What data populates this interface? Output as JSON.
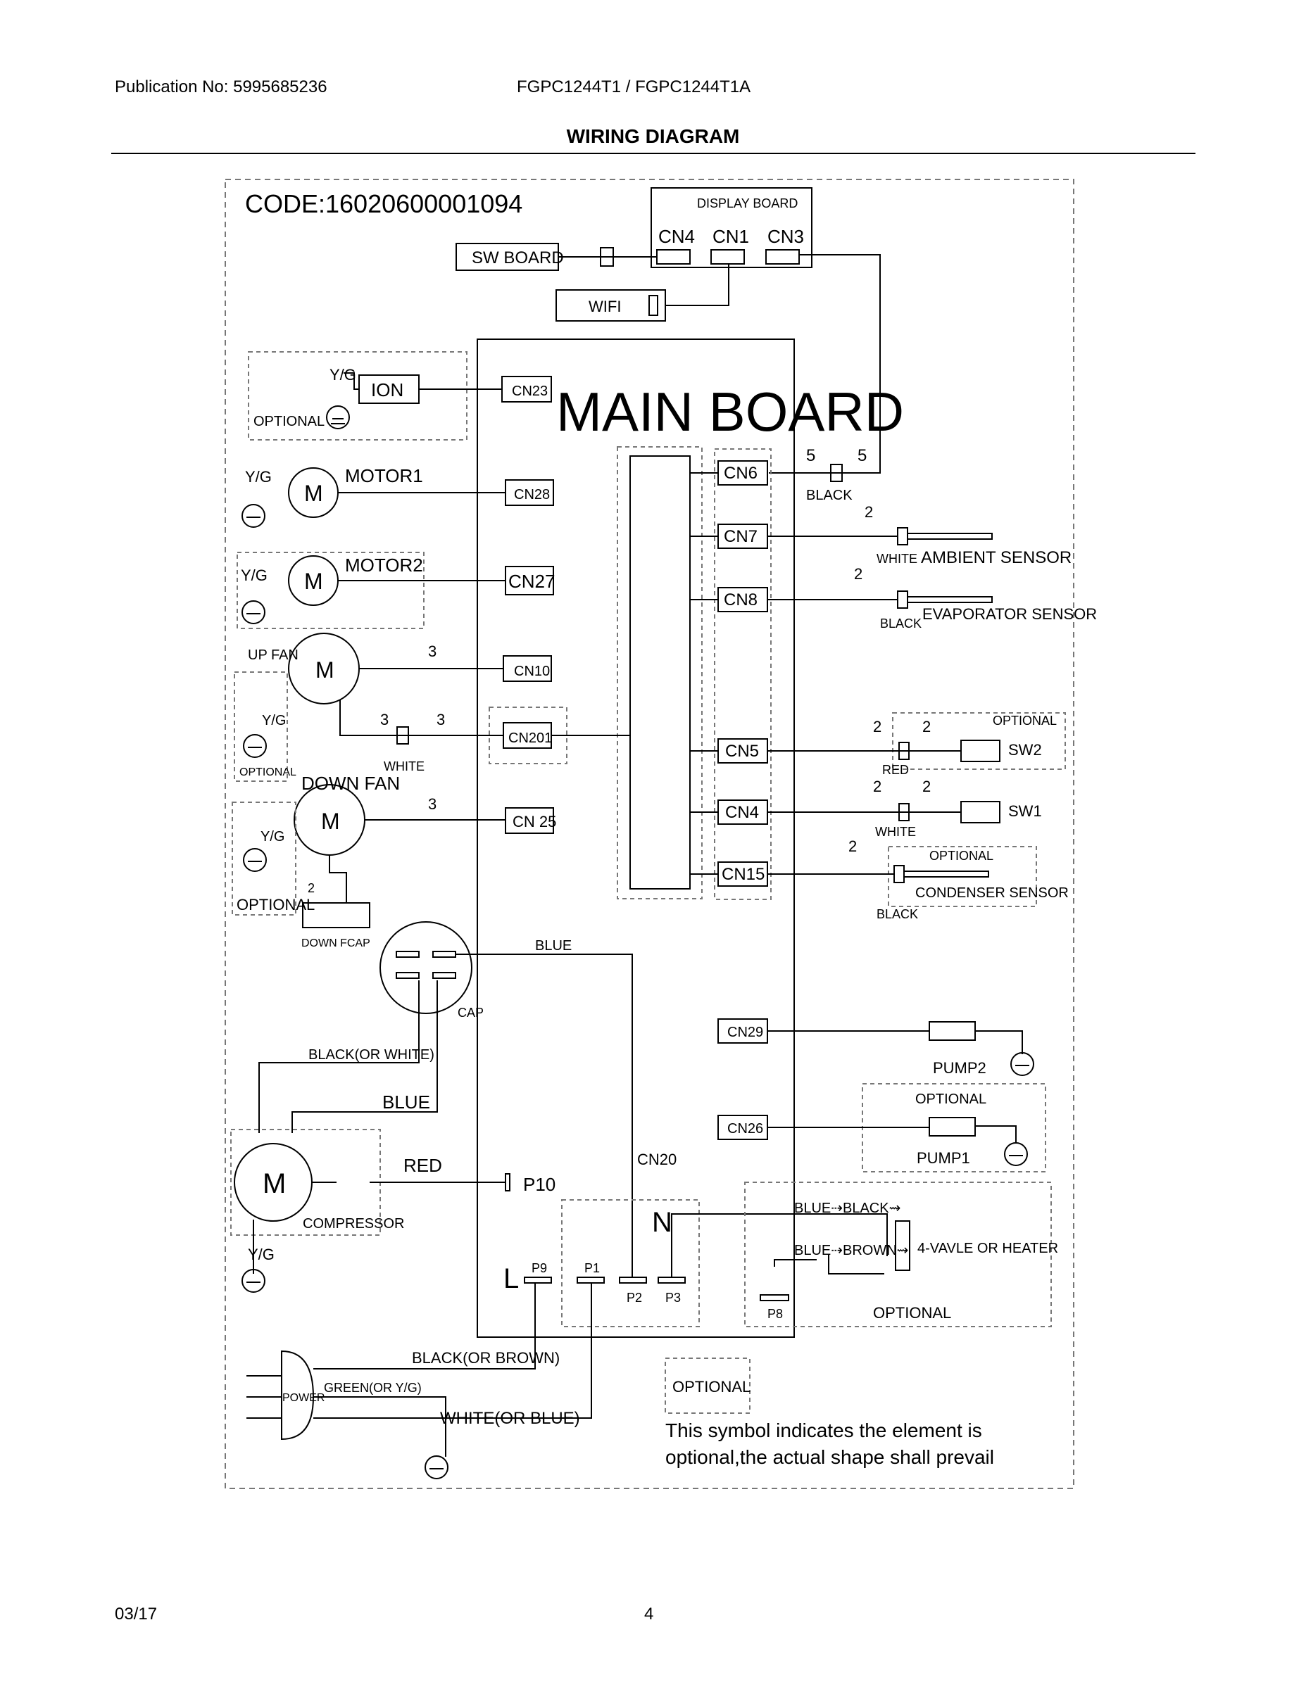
{
  "header": {
    "publication": "Publication No:  5995685236",
    "models": "FGPC1244T1 / FGPC1244T1A",
    "title": "WIRING DIAGRAM"
  },
  "footer": {
    "date": "03/17",
    "page": "4"
  },
  "diagram": {
    "code": "CODE:16020600001094",
    "display_board": "DISPLAY BOARD",
    "sw_board": "SW BOARD",
    "wifi": "WIFI",
    "main_board": "MAIN BOARD",
    "ion": "ION",
    "optional": "OPTIONAL",
    "yg": "Y/G",
    "motor": "M",
    "motor1": "MOTOR1",
    "motor2": "MOTOR2",
    "up_fan": "UP FAN",
    "down_fan": "DOWN FAN",
    "down_fcap": "DOWN FCAP",
    "cap": "CAP",
    "compressor": "COMPRESSOR",
    "connectors": {
      "cn4": "CN4",
      "cn1": "CN1",
      "cn3": "CN3",
      "cn23": "CN23",
      "cn28": "CN28",
      "cn27": "CN27",
      "cn10": "CN10",
      "cn201": "CN201",
      "cn25": "CN 25",
      "cn20": "CN20",
      "cn6": "CN6",
      "cn7": "CN7",
      "cn8": "CN8",
      "cn5": "CN5",
      "cn4b": "CN4",
      "cn15": "CN15",
      "cn29": "CN29",
      "cn26": "CN26"
    },
    "terminals": {
      "p10": "P10",
      "p9": "P9",
      "p1": "P1",
      "p2": "P2",
      "p3": "P3",
      "p8": "P8",
      "l": "L",
      "n": "N"
    },
    "wire_counts": {
      "five": "5",
      "three": "3",
      "two": "2"
    },
    "wire_colors": {
      "black": "BLACK",
      "white": "WHITE",
      "red": "RED",
      "blue": "BLUE",
      "black_or_white": "BLACK(OR WHITE)",
      "black_or_brown": "BLACK(OR BROWN)",
      "green_or_yg": "GREEN(OR Y/G)",
      "white_or_blue": "WHITE(OR BLUE)",
      "blue_black": "BLUE⇢BLACK⇝",
      "blue_brown": "BLUE⇢BROWN⇝"
    },
    "sensors": {
      "ambient": "AMBIENT SENSOR",
      "evaporator": "EVAPORATOR SENSOR",
      "condenser": "CONDENSER SENSOR"
    },
    "switches": {
      "sw1": "SW1",
      "sw2": "SW2"
    },
    "pumps": {
      "pump1": "PUMP1",
      "pump2": "PUMP2"
    },
    "valve": "4-VAVLE OR HEATER",
    "power": "POWER",
    "legend": {
      "line1": "This symbol indicates the element is",
      "line2": "optional,the actual shape shall prevail"
    }
  }
}
